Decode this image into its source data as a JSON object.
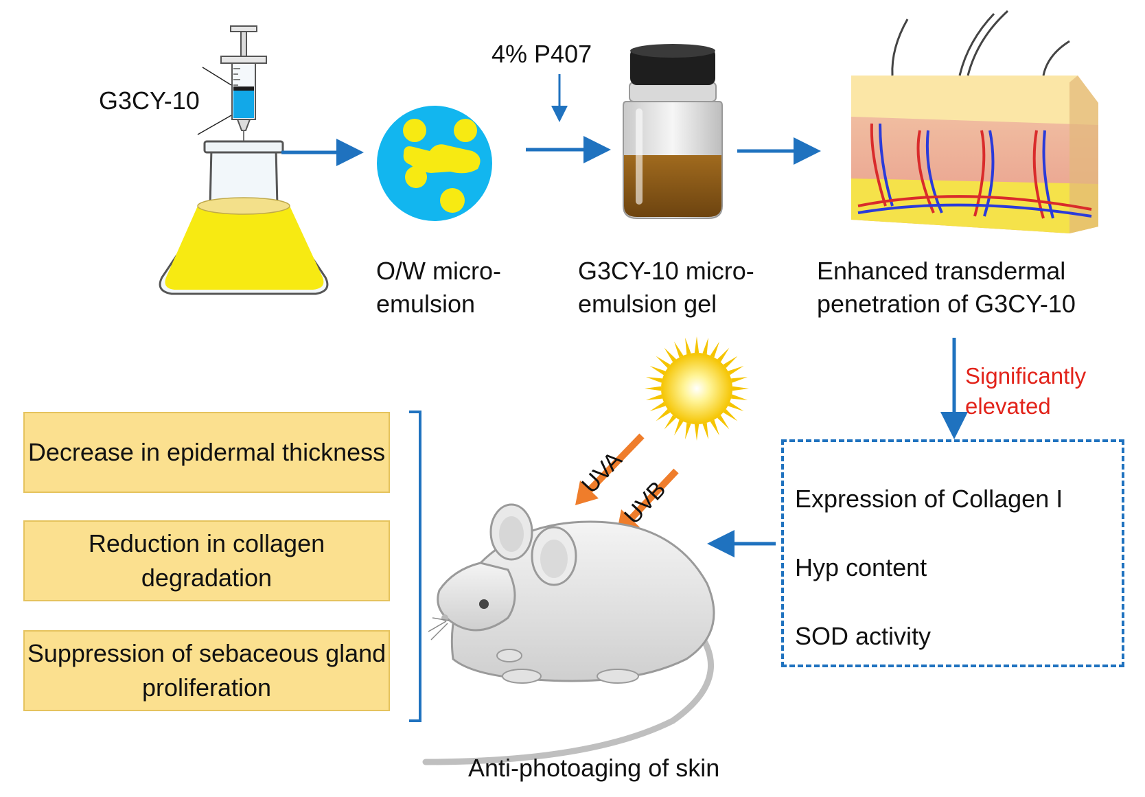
{
  "labels": {
    "g3cy10_syringe": "G3CY-10",
    "p407": "4% P407",
    "ow_microemulsion": [
      "O/W micro-",
      "emulsion"
    ],
    "gel": [
      "G3CY-10 micro-",
      "emulsion gel"
    ],
    "transdermal": [
      "Enhanced transdermal",
      "penetration of G3CY-10"
    ],
    "significantly_elevated": [
      "Significantly",
      "elevated"
    ],
    "uva": "UVA",
    "uvb": "UVB",
    "caption": "Anti-photoaging of skin"
  },
  "elevated_items": [
    "Expression of Collagen I",
    "Hyp content",
    "SOD activity"
  ],
  "effect_boxes": [
    "Decrease in epidermal thickness",
    "Reduction in collagen degradation",
    "Suppression of sebaceous gland proliferation"
  ],
  "colors": {
    "arrow_blue": "#1f72bf",
    "uv_arrow_orange": "#ef7d2b",
    "box_fill": "#fbe08f",
    "highlight_red": "#e2231a",
    "emulsion_blue": "#12b6ef",
    "oil_yellow": "#f7ea12"
  }
}
